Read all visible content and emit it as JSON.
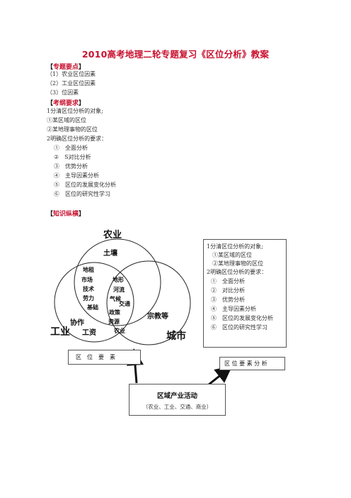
{
  "title": "2010高考地理二轮专题复习《区位分析》教案",
  "sections": {
    "key_points": {
      "heading": "专题要点",
      "items": [
        "（1）农业区位因素",
        "（2）工业区位因素",
        "（3）位因素"
      ]
    },
    "outline": {
      "heading": "考纲要求",
      "items": [
        "1分清区位分析的对象;",
        "①某区域的区位",
        "②某地理事物的区位",
        "2明确区位分析的要求：",
        "①　全面分析",
        "②　S对比分析",
        "③　优势分析",
        "④　主导因素分析",
        "⑤　区位的发展变化分析",
        "⑥　区位的研究性学习"
      ]
    },
    "knowledge": {
      "heading": "知识纵横"
    }
  },
  "venn": {
    "labels": {
      "agriculture": "农业",
      "industry": "工业",
      "city": "城市",
      "soil": "土壤",
      "land_rent": "地租",
      "market": "市场",
      "technology": "技术",
      "labor": "劳力",
      "terrain": "地形",
      "river": "河流",
      "climate": "气候",
      "transport": "交通",
      "infrastructure": "基础",
      "policy": "政策",
      "resources": "资源",
      "agri_small": "农业",
      "cooperation": "协作",
      "wage": "工资",
      "religion": "宗教等"
    }
  },
  "right_box": {
    "lines": [
      "1分清区位分析的对象;",
      "①某区域的区位",
      "②某地理事物的区位",
      "2明确区位分析的要求：",
      "①　全面分析",
      "②　对比分析",
      "③　优势分析",
      "④　主导因素分析",
      "⑤　区位的发展变化分析",
      "⑥　区位的研究性学习"
    ]
  },
  "boxes": {
    "factors": "区　位　要　素",
    "factor_analysis": "区 位 要 素 分 析",
    "activity_title": "区域产业活动",
    "activity_sub": "（农业、工业、交通、商业）"
  }
}
